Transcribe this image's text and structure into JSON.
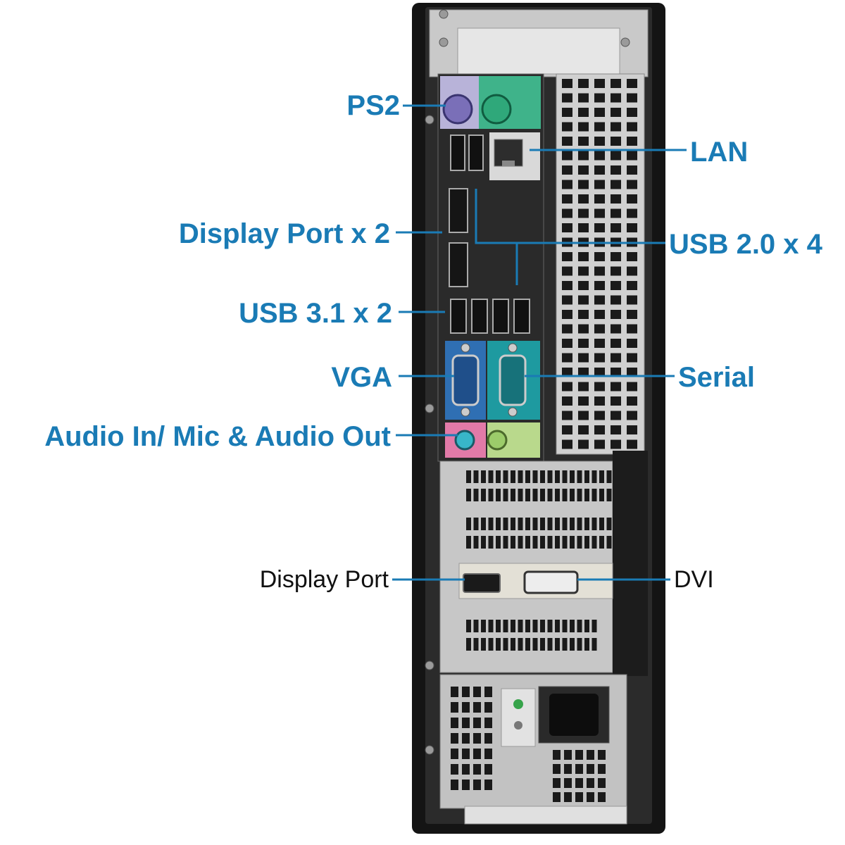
{
  "colors": {
    "label": "#1a7bb5",
    "leader": "#1a7bb5",
    "plain_label": "#111111",
    "chassis": "#141414",
    "panel": "#bcbcbc",
    "io_plate": "#2a2a2a",
    "ps2_purple": "#7a6fb8",
    "ps2_green": "#2fa87a",
    "vga_blue": "#2f6fb3",
    "serial_teal": "#1e9aa0",
    "audio_pink": "#e27aa8",
    "audio_green": "#b9d98c"
  },
  "labels": {
    "ps2": "PS2",
    "lan": "LAN",
    "display_port_x2": "Display Port x 2",
    "usb20_x4": "USB 2.0 x 4",
    "usb31_x2": "USB 3.1 x 2",
    "vga": "VGA",
    "serial": "Serial",
    "audio": "Audio In/ Mic & Audio Out",
    "display_port": "Display Port",
    "dvi": "DVI"
  }
}
